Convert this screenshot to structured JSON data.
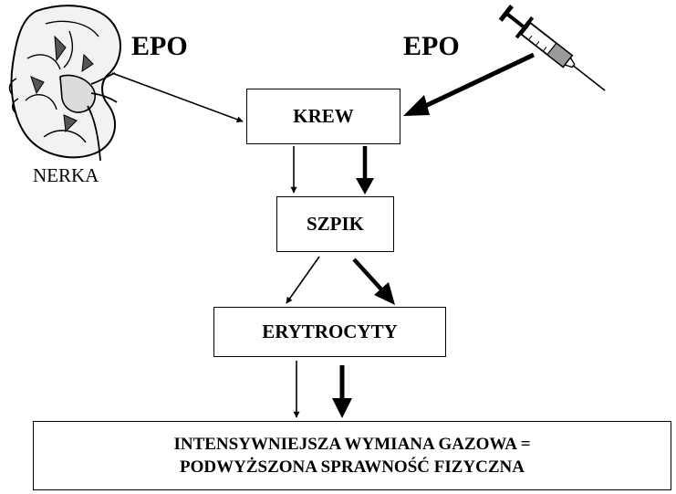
{
  "labels": {
    "epo_left": "EPO",
    "epo_right": "EPO",
    "kidney": "NERKA"
  },
  "boxes": {
    "blood": "KREW",
    "marrow": "SZPIK",
    "erythrocytes": "ERYTROCYTY",
    "result_line1": "INTENSYWNIEJSZA WYMIANA GAZOWA =",
    "result_line2": "PODWYŻSZONA SPRAWNOŚĆ FIZYCZNA"
  },
  "icons": {
    "kidney": "kidney-illustration",
    "syringe": "syringe-illustration"
  },
  "colors": {
    "ink": "#000000",
    "background": "#ffffff",
    "syringe_fill": "#9a9a9a"
  }
}
